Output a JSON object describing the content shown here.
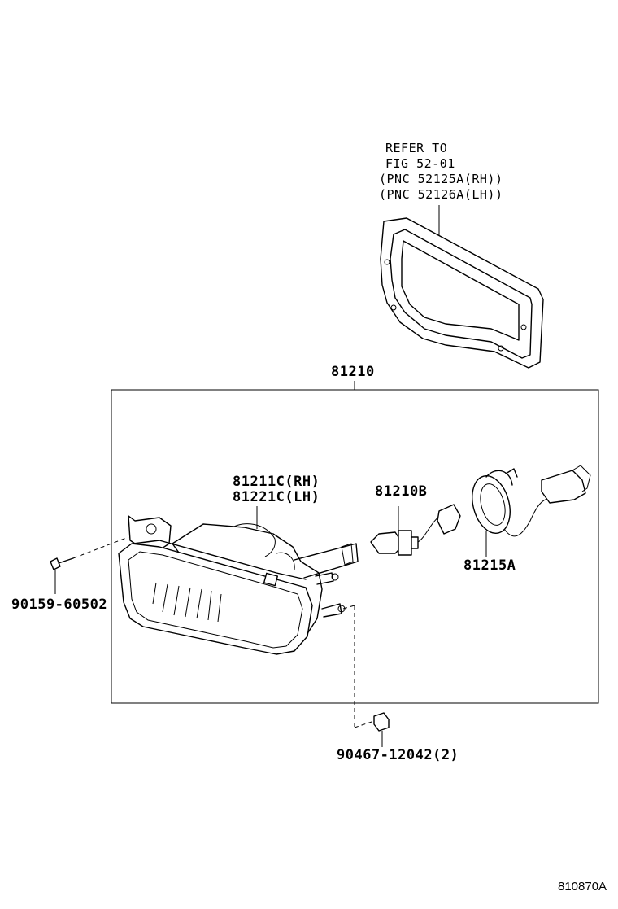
{
  "refer": {
    "line1": "REFER TO",
    "line2": "FIG 52-01",
    "line3": "(PNC 52125A(RH))",
    "line4": "(PNC 52126A(LH))"
  },
  "parts": {
    "assembly": "81210",
    "lamp_rh": "81211C(RH)",
    "lamp_lh": "81221C(LH)",
    "bulb": "81210B",
    "socket": "81215A",
    "screw": "90159-60502",
    "nut": "90467-12042(2)"
  },
  "figure_id": "810870A"
}
